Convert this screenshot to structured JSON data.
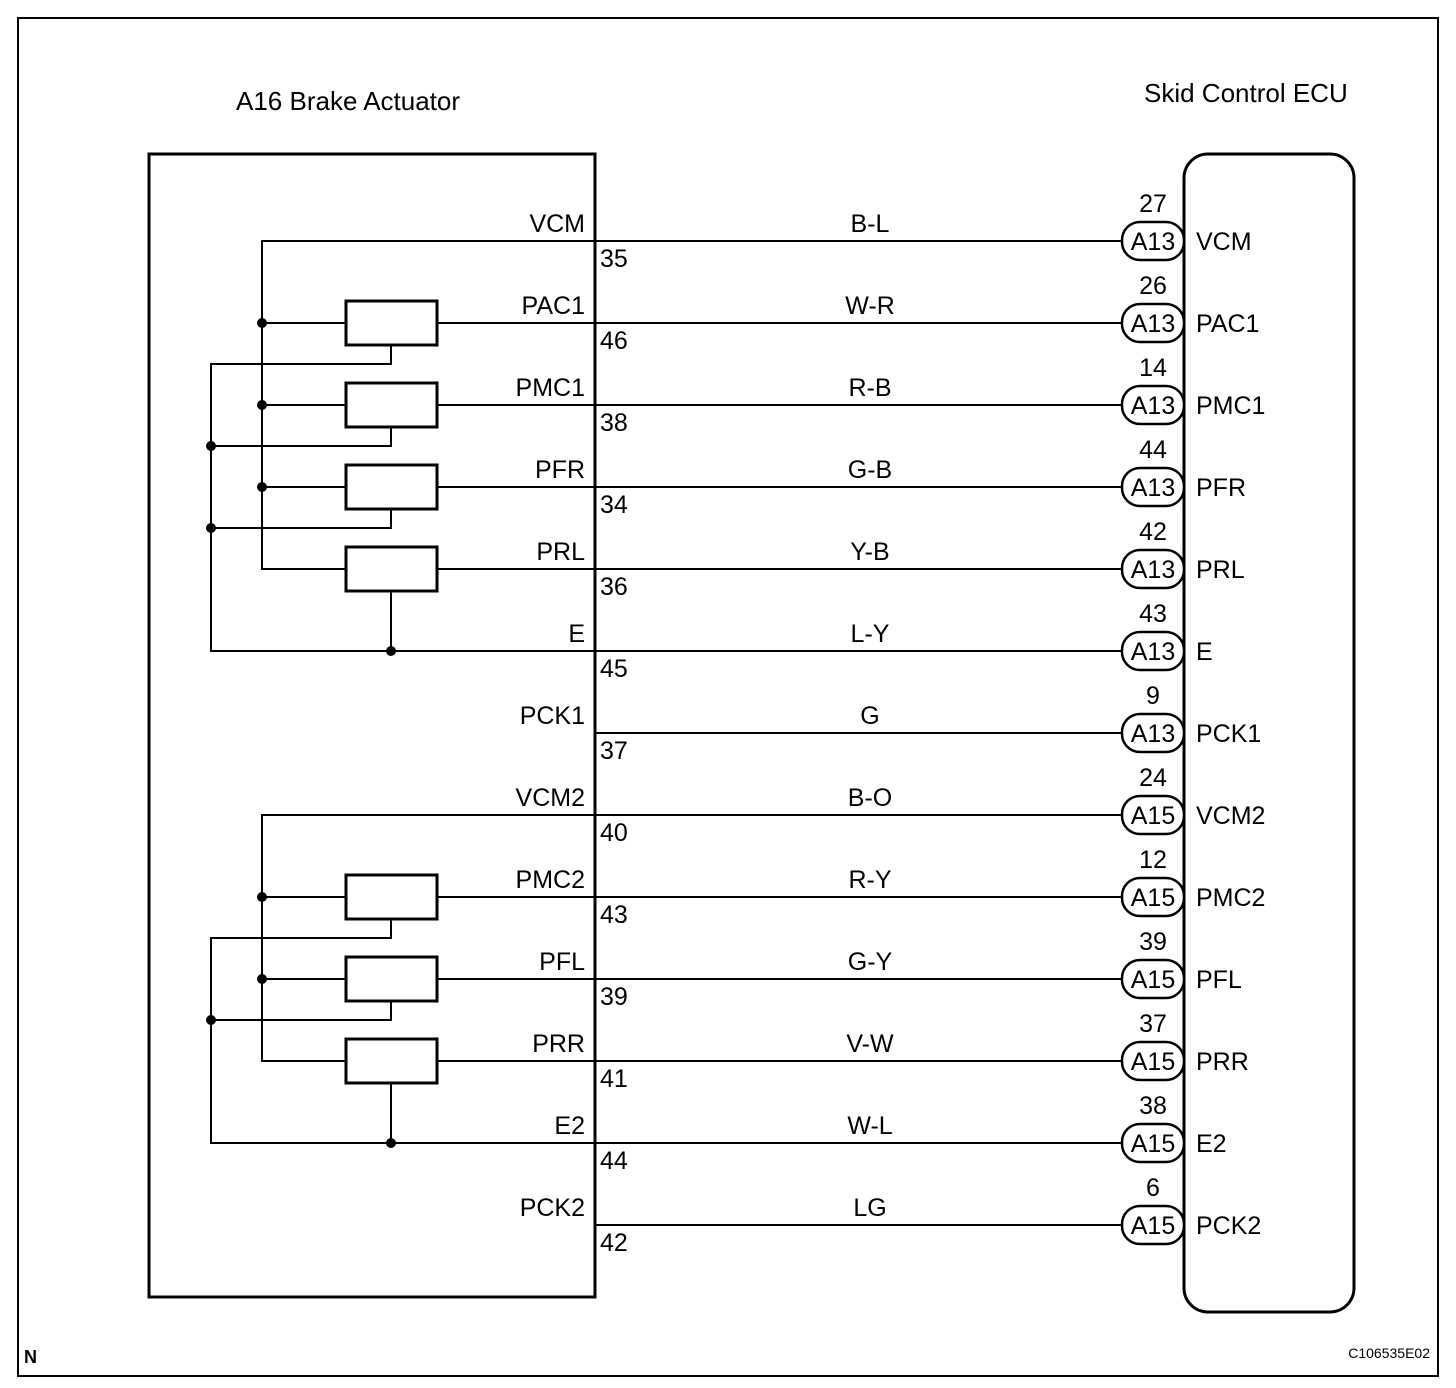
{
  "actuator": {
    "title": "A16 Brake Actuator"
  },
  "ecu": {
    "title": "Skid Control ECU"
  },
  "corner_mark": "N",
  "figure_code": "C106535E02",
  "circuits": [
    {
      "signal": "VCM",
      "actuator_pin": "35",
      "wire_color": "B-L",
      "connector": "A13",
      "ecu_pin": "27",
      "ecu_label": "VCM"
    },
    {
      "signal": "PAC1",
      "actuator_pin": "46",
      "wire_color": "W-R",
      "connector": "A13",
      "ecu_pin": "26",
      "ecu_label": "PAC1"
    },
    {
      "signal": "PMC1",
      "actuator_pin": "38",
      "wire_color": "R-B",
      "connector": "A13",
      "ecu_pin": "14",
      "ecu_label": "PMC1"
    },
    {
      "signal": "PFR",
      "actuator_pin": "34",
      "wire_color": "G-B",
      "connector": "A13",
      "ecu_pin": "44",
      "ecu_label": "PFR"
    },
    {
      "signal": "PRL",
      "actuator_pin": "36",
      "wire_color": "Y-B",
      "connector": "A13",
      "ecu_pin": "42",
      "ecu_label": "PRL"
    },
    {
      "signal": "E",
      "actuator_pin": "45",
      "wire_color": "L-Y",
      "connector": "A13",
      "ecu_pin": "43",
      "ecu_label": "E"
    },
    {
      "signal": "PCK1",
      "actuator_pin": "37",
      "wire_color": "G",
      "connector": "A13",
      "ecu_pin": "9",
      "ecu_label": "PCK1"
    },
    {
      "signal": "VCM2",
      "actuator_pin": "40",
      "wire_color": "B-O",
      "connector": "A15",
      "ecu_pin": "24",
      "ecu_label": "VCM2"
    },
    {
      "signal": "PMC2",
      "actuator_pin": "43",
      "wire_color": "R-Y",
      "connector": "A15",
      "ecu_pin": "12",
      "ecu_label": "PMC2"
    },
    {
      "signal": "PFL",
      "actuator_pin": "39",
      "wire_color": "G-Y",
      "connector": "A15",
      "ecu_pin": "39",
      "ecu_label": "PFL"
    },
    {
      "signal": "PRR",
      "actuator_pin": "41",
      "wire_color": "V-W",
      "connector": "A15",
      "ecu_pin": "37",
      "ecu_label": "PRR"
    },
    {
      "signal": "E2",
      "actuator_pin": "44",
      "wire_color": "W-L",
      "connector": "A15",
      "ecu_pin": "38",
      "ecu_label": "E2"
    },
    {
      "signal": "PCK2",
      "actuator_pin": "42",
      "wire_color": "LG",
      "connector": "A15",
      "ecu_pin": "6",
      "ecu_label": "PCK2"
    }
  ]
}
